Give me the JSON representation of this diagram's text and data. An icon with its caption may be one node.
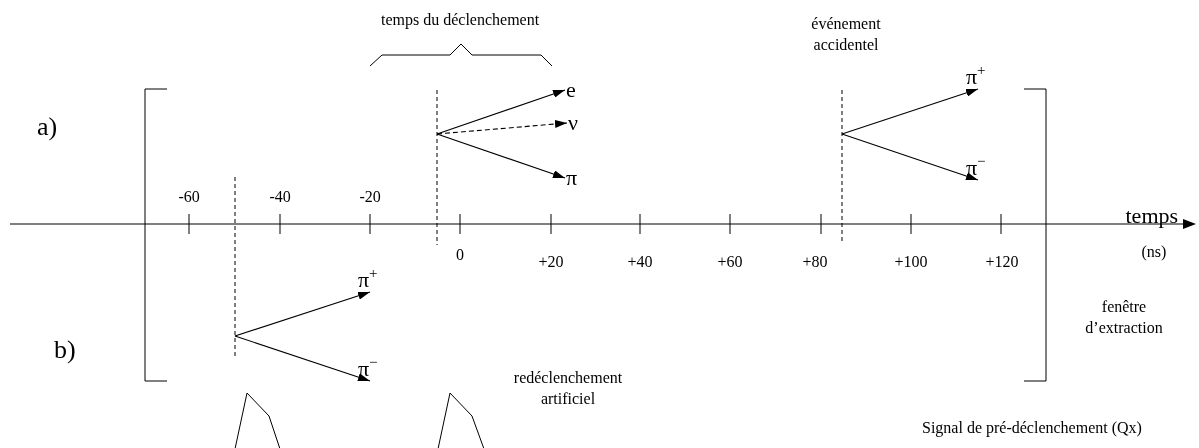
{
  "diagram": {
    "nodes": [
      {
        "text": [
          "e"
        ]
      },
      {
        "text": [
          "ν"
        ]
      },
      {
        "text": [
          "π"
        ]
      },
      {
        "text": [
          "π$^{+}$"
        ]
      },
      {
        "text": [
          "π$^{−}$"
        ]
      },
      {
        "text": [
          "π$^{+}$"
        ]
      },
      {
        "text": [
          "π$^{−}$"
        ]
      }
    ],
    "edges": [
      {
        "from": null,
        "to": 0,
        "arrow": "to"
      },
      {
        "from": null,
        "to": 1,
        "arrow": "to",
        "style": "dashed"
      },
      {
        "from": null,
        "to": 2,
        "arrow": "to"
      },
      {
        "from": null,
        "to": 3,
        "arrow": "to"
      },
      {
        "from": null,
        "to": 4,
        "arrow": "to"
      },
      {
        "from": null,
        "to": 5,
        "arrow": "to"
      },
      {
        "from": null,
        "to": 6,
        "arrow": "to"
      }
    ],
    "labels": [
      "temps du déclenchement",
      "événement accidentel",
      "a)",
      "-60",
      "-40",
      "-20",
      "temps",
      "0",
      "+20",
      "+40",
      "+60",
      "+80",
      "+100",
      "+120",
      "(ns)",
      "b)",
      "fenêtre d’extraction",
      "redéclenchement artificiel",
      "Signal de pré-déclenchement (Qx)"
    ]
  }
}
